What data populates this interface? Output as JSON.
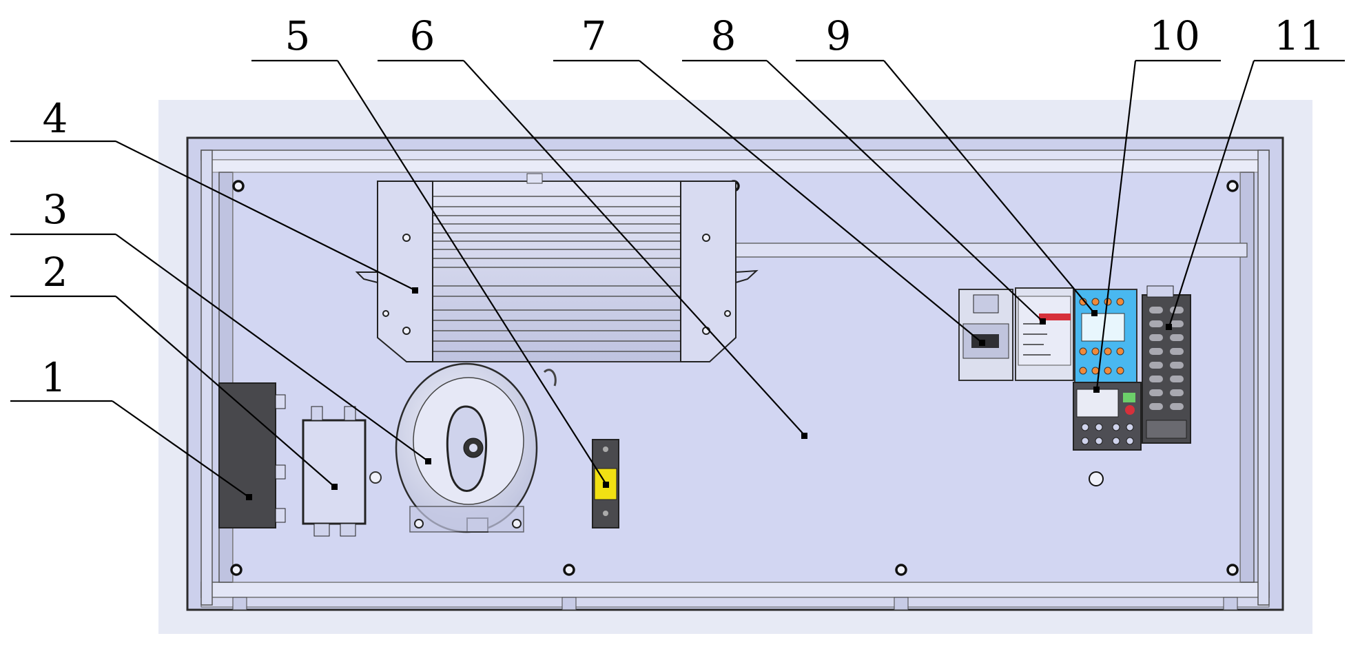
{
  "colors": {
    "panel": "#d2d6f2",
    "frame": "#c9cdea",
    "backdrop": "#e6e9f4",
    "outline": "#2b2b2b",
    "leader": "#000000",
    "yellow_component": "#f1e013",
    "blue_component": "#49b8f0",
    "dark_component": "#4a4a4e"
  },
  "callouts": [
    {
      "label": "1",
      "component": "connector-block"
    },
    {
      "label": "2",
      "component": "filter-box"
    },
    {
      "label": "3",
      "component": "compressor"
    },
    {
      "label": "4",
      "component": "heat-sink-bracket"
    },
    {
      "label": "5",
      "component": "terminal-block"
    },
    {
      "label": "6",
      "component": "mounting-plate"
    },
    {
      "label": "7",
      "component": "relay-module"
    },
    {
      "label": "8",
      "component": "controller-module"
    },
    {
      "label": "9",
      "component": "terminal-relay"
    },
    {
      "label": "10",
      "component": "contactor"
    },
    {
      "label": "11",
      "component": "power-supply"
    }
  ]
}
